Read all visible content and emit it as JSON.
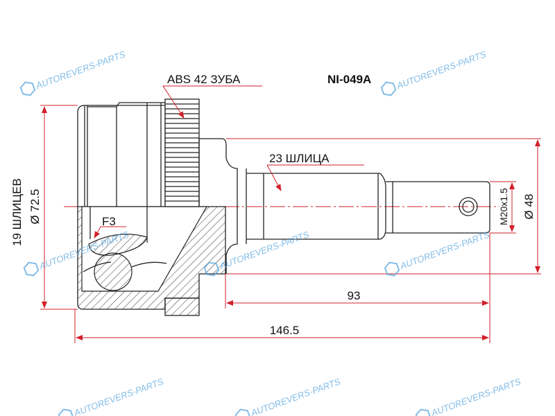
{
  "part_number": "NI-049A",
  "labels": {
    "abs": "ABS 42 ЗУБА",
    "outer_splines": "23 ШЛИЦА",
    "inner_splines": "19 ШЛИЦЕВ",
    "inner_diameter": "Ø 72.5",
    "thread": "M20x1.5",
    "outer_diameter": "Ø 48",
    "f3": "F3",
    "length_shaft": "93",
    "length_total": "146.5"
  },
  "watermark": "AUTOREVERS-PARTS",
  "colors": {
    "dimension": "#d0202a",
    "watermark": "#5aa7e0",
    "outline": "#222222"
  }
}
